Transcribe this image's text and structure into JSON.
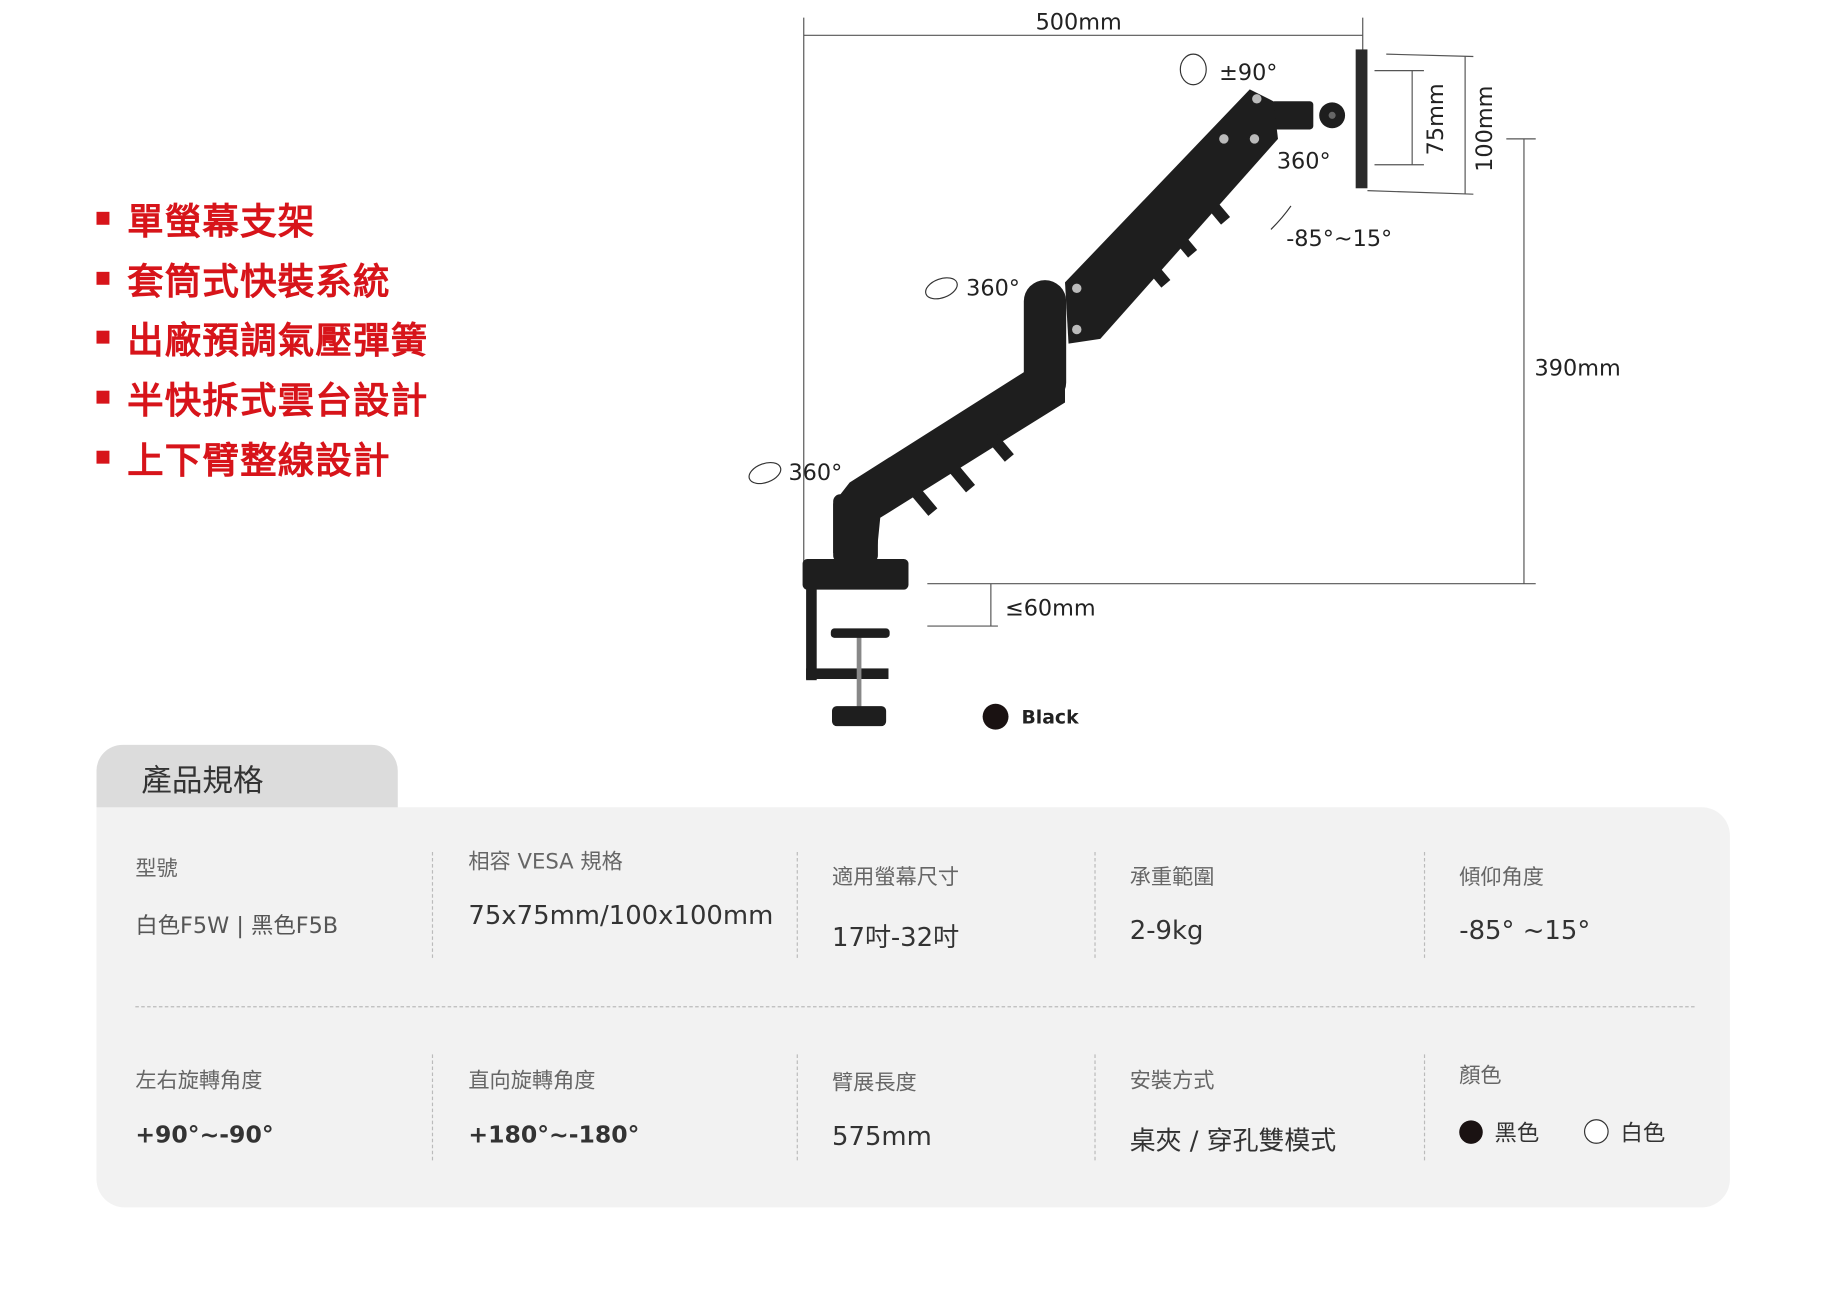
{
  "features": [
    "單螢幕支架",
    "套筒式快裝系統",
    "出廠預調氣壓彈簧",
    "半快拆式雲台設計",
    "上下臂整線設計"
  ],
  "diagram": {
    "width_label": "500mm",
    "height_label": "390mm",
    "clamp_label": "≤60mm",
    "vesa_small": "75mm",
    "vesa_large": "100mm",
    "rotate_label": "±90°",
    "swivel_head": "360°",
    "tilt_label": "-85°~15°",
    "swivel_elbow": "360°",
    "swivel_base": "360°",
    "color_label": "Black",
    "color_hex": "#1a1212"
  },
  "specs": {
    "tab_title": "產品規格",
    "row1": [
      {
        "label": "型號",
        "value": "白色F5W | 黑色F5B"
      },
      {
        "label": "相容 VESA 規格",
        "value": "75x75mm/100x100mm"
      },
      {
        "label": "適用螢幕尺寸",
        "value": "17吋-32吋"
      },
      {
        "label": "承重範圍",
        "value": "2-9kg"
      },
      {
        "label": "傾仰角度",
        "value": "-85° ~15°"
      }
    ],
    "row2": [
      {
        "label": "左右旋轉角度",
        "value": "+90°~-90°"
      },
      {
        "label": "直向旋轉角度",
        "value": "+180°~-180°"
      },
      {
        "label": "臂展長度",
        "value": "575mm"
      },
      {
        "label": "安裝方式",
        "value": "桌夾 / 穿孔雙模式"
      },
      {
        "label": "顏色",
        "options": [
          {
            "name": "黑色",
            "hex": "#1a1212"
          },
          {
            "name": "白色",
            "hex": "#ffffff"
          }
        ]
      }
    ]
  },
  "accent": "#d7141a"
}
